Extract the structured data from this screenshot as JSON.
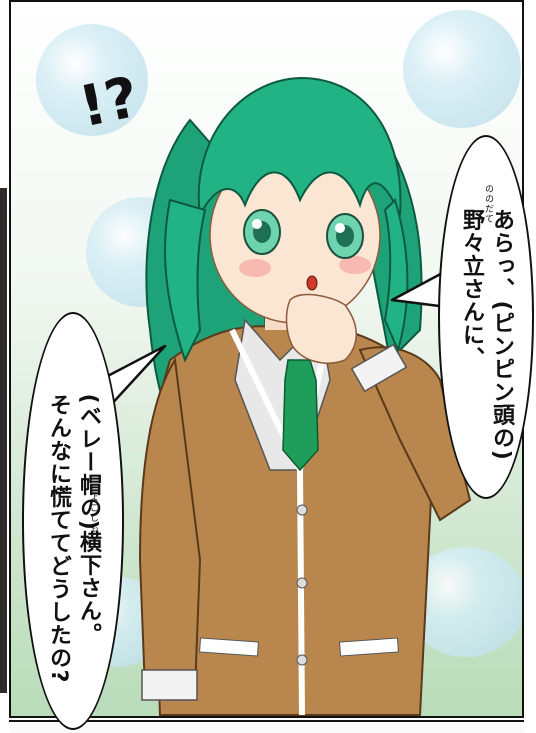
{
  "speech_right": {
    "col1": "あらっ、(ピンピン頭の)",
    "col2": "野々立さんに、",
    "ruby": "ののだて"
  },
  "speech_left": {
    "col1": "(ベレー帽の)横下さん。",
    "col2": "そんなに慌ててどうしたの?",
    "ruby": "よこしも"
  },
  "exclaim": "!?"
}
